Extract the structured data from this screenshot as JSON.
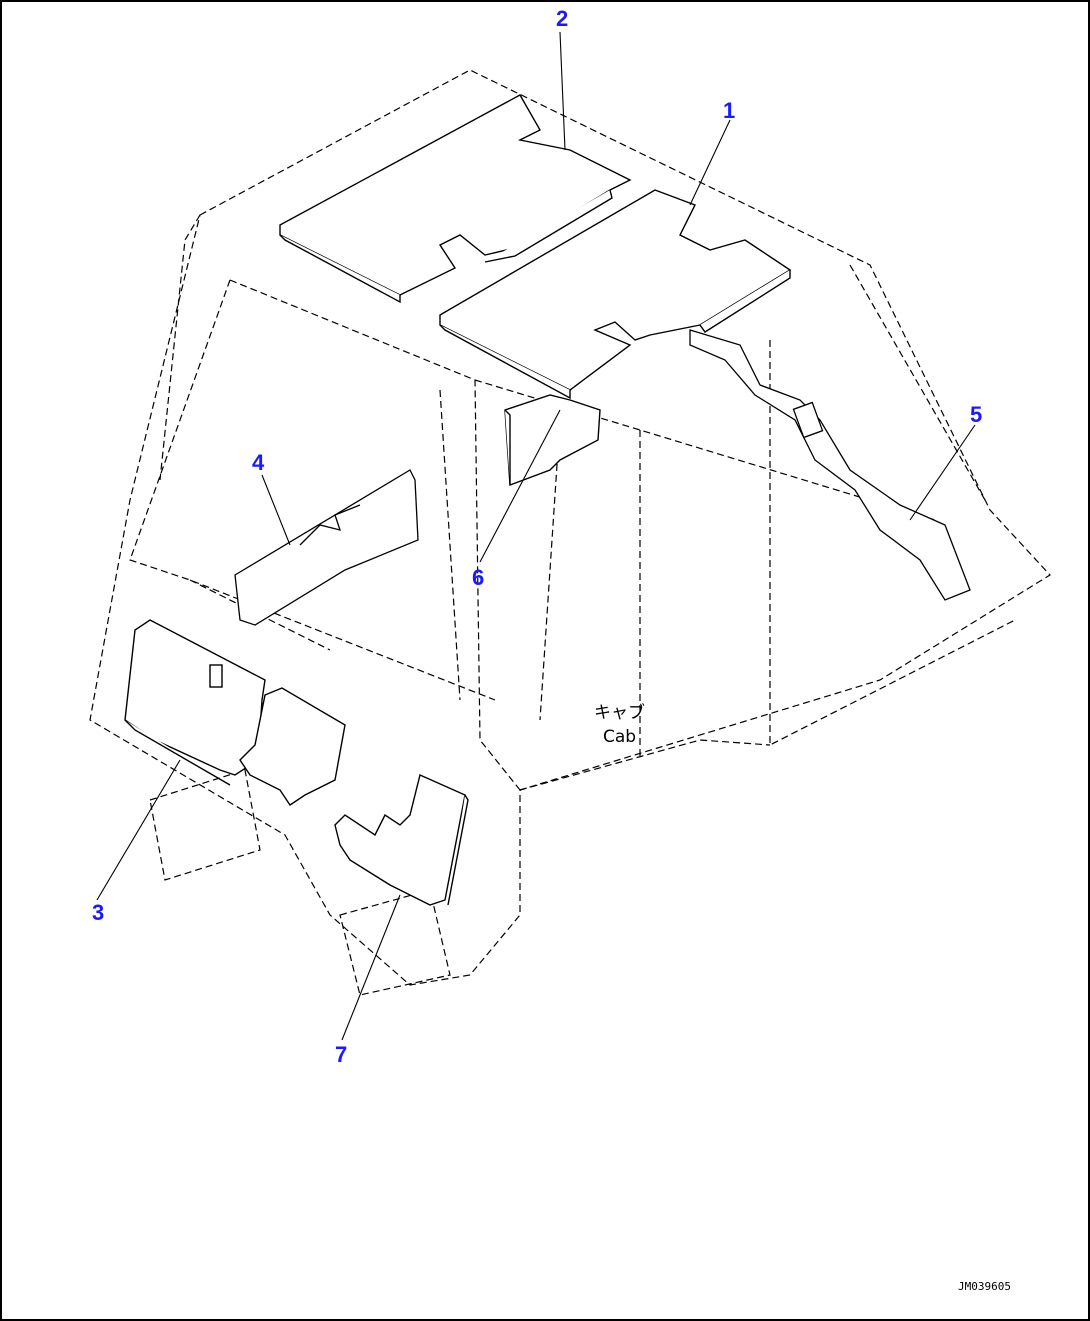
{
  "callouts": [
    {
      "id": "1",
      "label": "1"
    },
    {
      "id": "2",
      "label": "2"
    },
    {
      "id": "3",
      "label": "3"
    },
    {
      "id": "4",
      "label": "4"
    },
    {
      "id": "5",
      "label": "5"
    },
    {
      "id": "6",
      "label": "6"
    },
    {
      "id": "7",
      "label": "7"
    }
  ],
  "cab_label_jp": "キャブ",
  "cab_label_en": "Cab",
  "drawing_id": "JM039605",
  "colors": {
    "callout": "#1a1aff",
    "line": "#000000",
    "background": "#ffffff"
  }
}
